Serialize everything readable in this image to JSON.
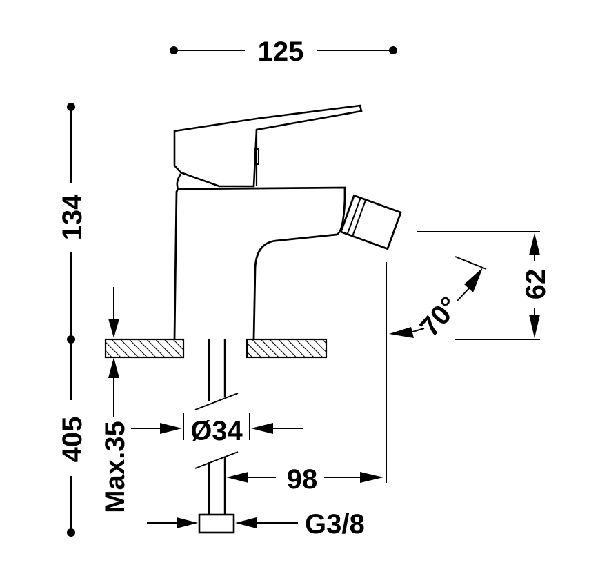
{
  "drawing": {
    "line_color": "#000000",
    "background": "#ffffff"
  },
  "dimensions": {
    "overall_width": "125",
    "total_height": "134",
    "pipe_length": "405",
    "max_thickness": "Max.35",
    "hole_diameter": "Ø34",
    "spout_reach": "98",
    "spray_angle": "70°",
    "spout_height": "62",
    "connection": "G3/8"
  }
}
